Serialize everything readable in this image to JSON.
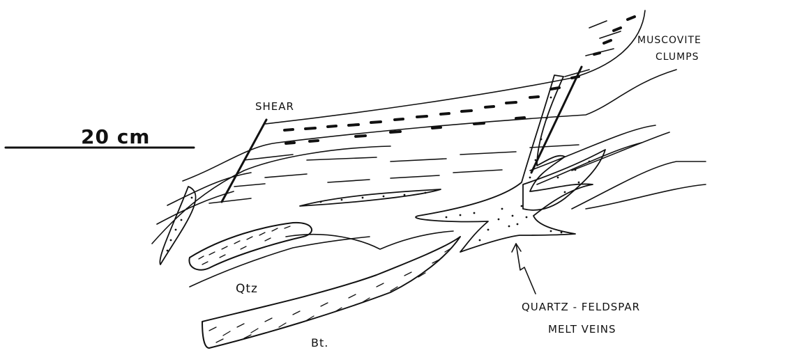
{
  "labels": {
    "scale_bar": "20 cm",
    "shear": "SHEAR",
    "muscovite_line1": "MUSCOVITE",
    "muscovite_line2": "CLUMPS",
    "qtz": "Qtz",
    "bt": "Bt.",
    "veins_line1": "QUARTZ - FELDSPAR",
    "veins_line2": "MELT VEINS"
  },
  "colors": {
    "ink": "#111111",
    "background": "#ffffff"
  }
}
